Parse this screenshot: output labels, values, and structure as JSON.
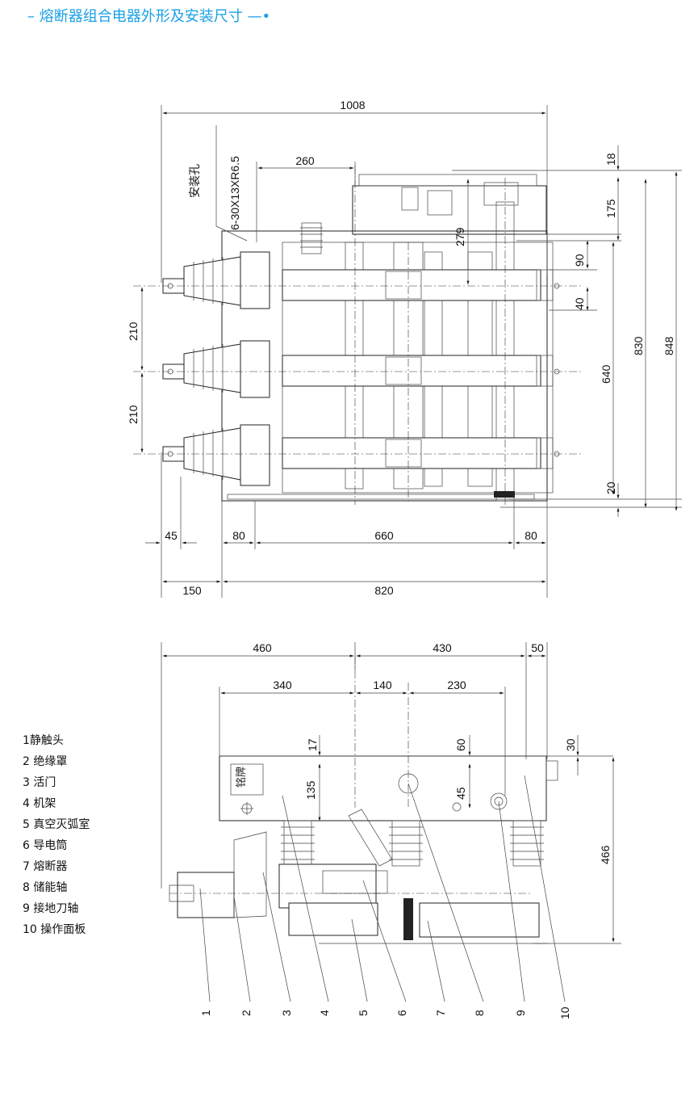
{
  "title": {
    "text": "熔断器组合电器外形及安装尺寸",
    "prefix": "–",
    "suffix": "—•"
  },
  "colors": {
    "accent": "#1aa0e6",
    "line": "#222222"
  },
  "front_view": {
    "hole_note": "安装孔",
    "hole_spec": "6-30X13XR6.5",
    "dims": {
      "overall_width": "1008",
      "offset_260": "260",
      "d18": "18",
      "d175": "175",
      "d279": "279",
      "d90": "90",
      "d40": "40",
      "d210_upper": "210",
      "d210_lower": "210",
      "d640": "640",
      "d830": "830",
      "d848": "848",
      "d20": "20",
      "d45": "45",
      "d80_left": "80",
      "d660": "660",
      "d80_right": "80",
      "d150": "150",
      "d820": "820"
    }
  },
  "side_view": {
    "nameplate": "铭牌",
    "dims": {
      "d460": "460",
      "d430": "430",
      "d50": "50",
      "d340": "340",
      "d140": "140",
      "d230": "230",
      "d17": "17",
      "d60": "60",
      "d30": "30",
      "d135": "135",
      "d45": "45",
      "d466": "466"
    },
    "callouts": [
      "1",
      "2",
      "3",
      "4",
      "5",
      "6",
      "7",
      "8",
      "9",
      "10"
    ]
  },
  "legend": [
    "1静触头",
    "2 绝缘罩",
    "3 活门",
    "4 机架",
    "5 真空灭弧室",
    "6 导电筒",
    "7 熔断器",
    "8 储能轴",
    "9 接地刀轴",
    "10 操作面板"
  ]
}
